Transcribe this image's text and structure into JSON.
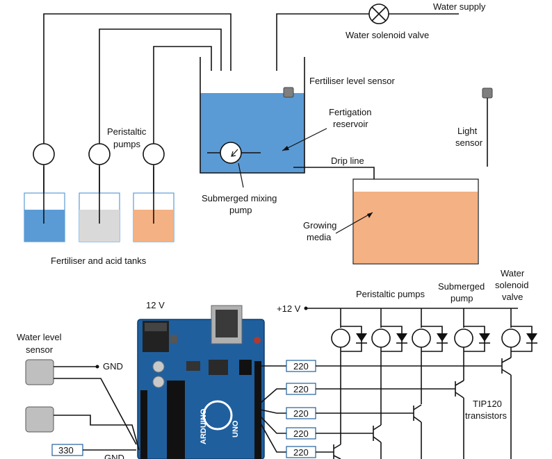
{
  "labels": {
    "water_supply": "Water supply",
    "water_solenoid_valve": "Water solenoid valve",
    "fertiliser_level_sensor": "Fertiliser level sensor",
    "fertigation_reservoir_1": "Fertigation",
    "fertigation_reservoir_2": "reservoir",
    "peristaltic_pumps_1": "Peristaltic",
    "peristaltic_pumps_2": "pumps",
    "light_sensor_1": "Light",
    "light_sensor_2": "sensor",
    "drip_line": "Drip line",
    "submerged_mixing_pump_1": "Submerged  mixing",
    "submerged_mixing_pump_2": "pump",
    "growing_media_1": "Growing",
    "growing_media_2": "media",
    "fertiliser_acid_tanks": "Fertiliser and acid tanks",
    "voltage_12v": "12 V",
    "plus_12v": "+12 V",
    "peristaltic_pumps_circuit": "Peristaltic pumps",
    "submerged_pump_1": "Submerged",
    "submerged_pump_2": "pump",
    "water_solenoid_1": "Water",
    "water_solenoid_2": "solenoid",
    "water_solenoid_3": "valve",
    "water_level_sensor_1": "Water level",
    "water_level_sensor_2": "sensor",
    "gnd_1": "GND",
    "gnd_2": "GND",
    "tip120_1": "TIP120",
    "tip120_2": "transistors",
    "resistor_330": "330",
    "resistors": [
      "220",
      "220",
      "220",
      "220",
      "220"
    ]
  },
  "colors": {
    "reservoir_blue": "#5b9bd5",
    "tank_gray": "#d9d9d9",
    "tank_orange": "#f4b183",
    "sensor_gray": "#bfbfbf",
    "arduino_blue": "#1f5f9e"
  }
}
